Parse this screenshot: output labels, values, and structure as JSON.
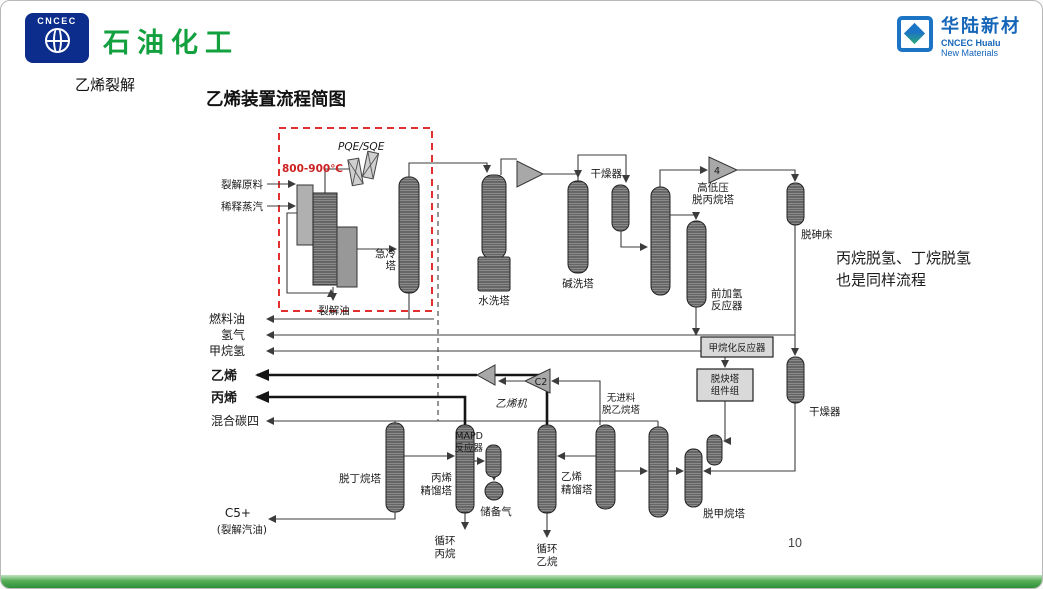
{
  "header": {
    "cncec_logo_text": "CNCEC",
    "brand_left": "石油化工",
    "hualu": {
      "cn": "华陆新材",
      "en1": "CNCEC Hualu",
      "en2": "New Materials"
    }
  },
  "titles": {
    "section": "乙烯裂解",
    "diagram": "乙烯装置流程简图"
  },
  "annotation": {
    "line1": "丙烷脱氢、丁烷脱氢",
    "line2": "也是同样流程"
  },
  "footer": {
    "page_number": "10"
  },
  "colors": {
    "accent_green": "#2f8f3b",
    "highlight_red": "#e23030",
    "brand_blue": "#1565b8",
    "brand_green": "#13a03f"
  },
  "d": {
    "temp": "800-900℃",
    "pqe": "PQE/SQE",
    "feed": "裂解原料",
    "steam": "稀释蒸汽",
    "quench1": "急冷",
    "quench2": "塔",
    "cracked_oil": "裂解油",
    "water_wash": "水洗塔",
    "caustic_wash": "碱洗塔",
    "dryer1": "干燥器",
    "depro1": "高低压",
    "depro2": "脱丙烷塔",
    "comp4": "4",
    "arsenic": "脱砷床",
    "fronthydro1": "前加氢",
    "fronthydro2": "反应器",
    "methanation": "甲烷化反应器",
    "acet1": "脱炔塔",
    "acet2": "组件组",
    "dryer2": "干燥器",
    "fuel_oil": "燃料油",
    "hydrogen": "氢气",
    "methane_h": "甲烷氢",
    "ethylene": "乙烯",
    "propylene": "丙烯",
    "mixed_c4": "混合碳四",
    "c5": "C5+",
    "c5_note": "(裂解汽油)",
    "debutanizer": "脱丁烷塔",
    "pro_tower1": "丙烯",
    "pro_tower2": "精馏塔",
    "mapd1": "MAPD",
    "mapd2": "反应器",
    "reserve": "储备气",
    "rec_pro1": "循环",
    "rec_pro2": "丙烷",
    "eth_tower1": "乙烯",
    "eth_tower2": "精馏塔",
    "rec_eth1": "循环",
    "rec_eth2": "乙烷",
    "c2": "C2",
    "eth_comp": "乙烯机",
    "deeth1": "无进料",
    "deeth2": "脱乙烷塔",
    "demeth": "脱甲烷塔"
  }
}
